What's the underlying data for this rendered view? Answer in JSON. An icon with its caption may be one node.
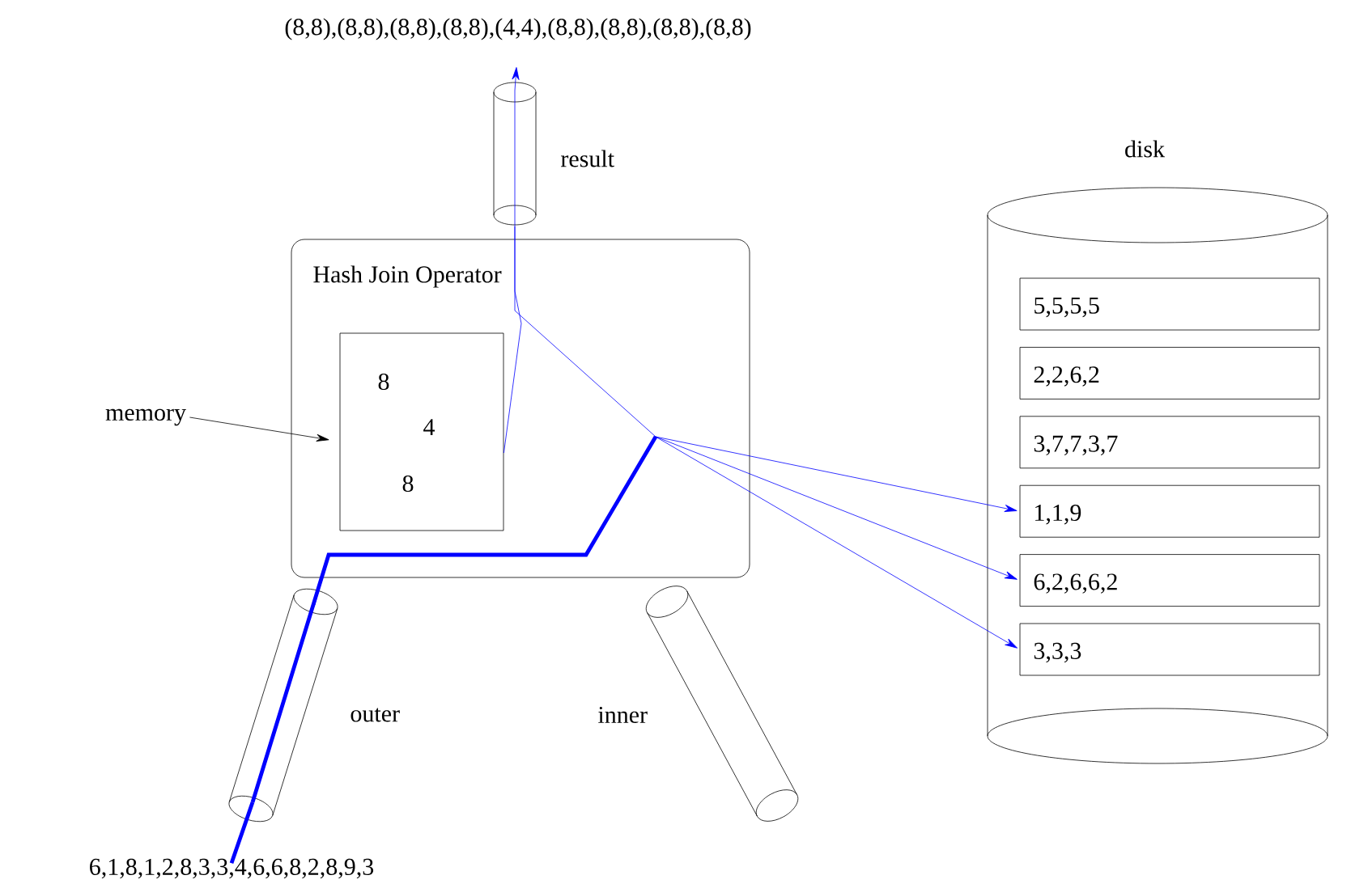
{
  "diagram": {
    "nodes": [
      {
        "text": [
          "Hash Join Operator"
        ]
      },
      {
        "text": [
          "8",
          "4",
          "8"
        ],
        "in": 0
      },
      {
        "text": [
          "disk"
        ]
      },
      {
        "text": [
          "5,5,5,5"
        ],
        "in": 2
      },
      {
        "text": [
          "2,2,6,2"
        ],
        "in": 2
      },
      {
        "text": [
          "3,7,7,3,7"
        ],
        "in": 2
      },
      {
        "text": [
          "1,1,9"
        ],
        "in": 2
      },
      {
        "text": [
          "6,2,6,6,2"
        ],
        "in": 2
      },
      {
        "text": [
          "3,3,3"
        ],
        "in": 2
      },
      {
        "text": [],
        "shape": "cylinder",
        "beside": [
          "result"
        ]
      },
      {
        "text": [],
        "shape": "cylinder",
        "beside": [
          "outer"
        ]
      },
      {
        "text": [],
        "shape": "cylinder",
        "beside": [
          "inner"
        ]
      },
      {
        "text": [
          "6,1,8,1,2,8,3,3,4,6,6,8,2,8,9,3"
        ]
      },
      {
        "text": [
          "(8,8),(8,8),(8,8),(8,8),(4,4),(8,8),(8,8),(8,8),(8,8)"
        ]
      },
      {
        "text": [
          "memory"
        ]
      }
    ],
    "edges": [
      {
        "from": 14,
        "to": 1,
        "arrow": "to",
        "color": "#000000"
      },
      {
        "from": 12,
        "to": 10,
        "arrow": "none",
        "style": "thick"
      },
      {
        "from": 10,
        "to": 6,
        "arrow": "to"
      },
      {
        "from": 10,
        "to": 7,
        "arrow": "to"
      },
      {
        "from": 10,
        "to": 8,
        "arrow": "to"
      },
      {
        "from": 10,
        "to": 9,
        "arrow": "none"
      },
      {
        "from": 1,
        "to": 9,
        "arrow": "none"
      },
      {
        "from": 9,
        "to": 13,
        "arrow": "to"
      }
    ]
  }
}
